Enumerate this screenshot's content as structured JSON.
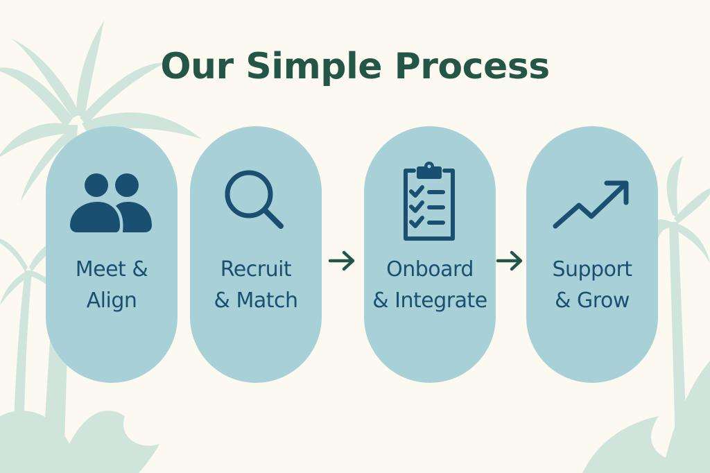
{
  "title": "Our Simple Process",
  "colors": {
    "background": "#fcf9f1",
    "title": "#245646",
    "card": "#a7d1d6",
    "icon_text": "#1a4f72",
    "arrow": "#245646",
    "palm": "#cfe5dc"
  },
  "steps": [
    {
      "label": "Meet &\nAlign",
      "icon": "users-icon"
    },
    {
      "label": "Recruit\n& Match",
      "icon": "search-icon"
    },
    {
      "label": "Onboard\n& Integrate",
      "icon": "clipboard-checklist-icon"
    },
    {
      "label": "Support\n& Grow",
      "icon": "trend-up-icon"
    }
  ],
  "connectors": [
    {
      "from": 2,
      "to": 3,
      "icon": "arrow-right-icon"
    },
    {
      "from": 3,
      "to": 4,
      "icon": "arrow-right-icon"
    }
  ]
}
